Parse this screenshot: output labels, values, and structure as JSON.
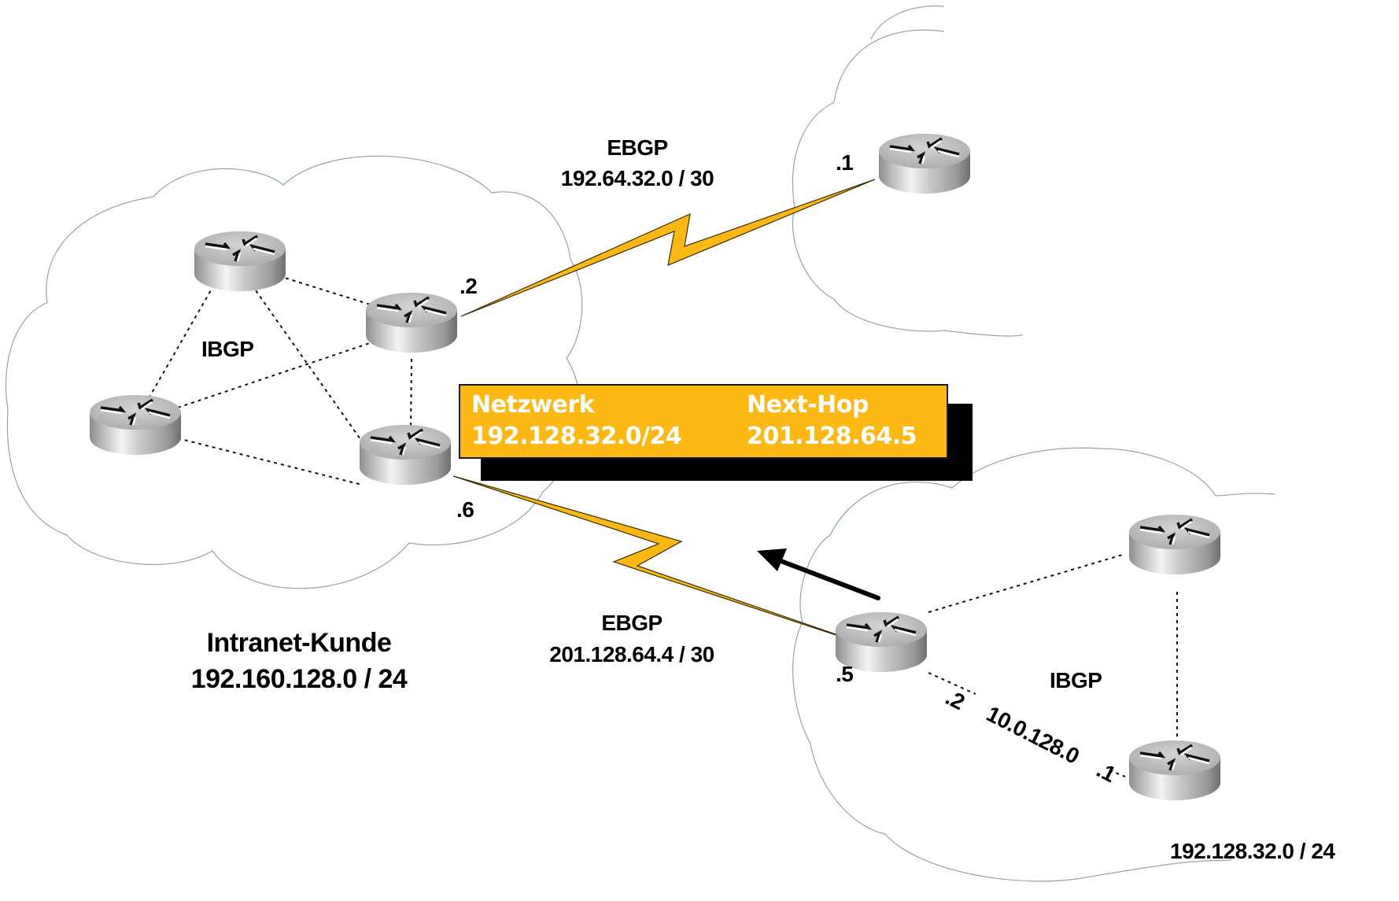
{
  "colors": {
    "link_fill": "#FDB813",
    "route_box_fill": "#FDB813",
    "route_box_text": "#FFFFFF",
    "cloud_stroke": "#8FA5AE",
    "label_text": "#000000"
  },
  "clouds": [
    {
      "id": "intranet-cloud",
      "label": "Intranet-Kunde",
      "subnet": "192.160.128.0 / 24"
    },
    {
      "id": "upper-right-cloud"
    },
    {
      "id": "lower-right-cloud",
      "subnet": "192.128.32.0 / 24"
    }
  ],
  "links": {
    "top_ebgp": {
      "protocol": "EBGP",
      "subnet": "192.64.32.0 / 30",
      "left_host": ".2",
      "right_host": ".1"
    },
    "bottom_ebgp": {
      "protocol": "EBGP",
      "subnet": "201.128.64.4 / 30",
      "left_host": ".6",
      "right_host": ".5"
    },
    "internal": {
      "subnet": "10.0.128.0",
      "host_a": ".2",
      "host_b": ".1"
    }
  },
  "ibgp_labels": {
    "left": "IBGP",
    "right": "IBGP"
  },
  "route_table": {
    "headers": [
      "Netzwerk",
      "Next-Hop"
    ],
    "rows": [
      [
        "192.128.32.0/24",
        "201.128.64.5"
      ]
    ]
  },
  "icons": {
    "router": "router-icon",
    "serial_link": "lightning-link-icon",
    "advertisement_arrow": "arrow-left-icon"
  }
}
